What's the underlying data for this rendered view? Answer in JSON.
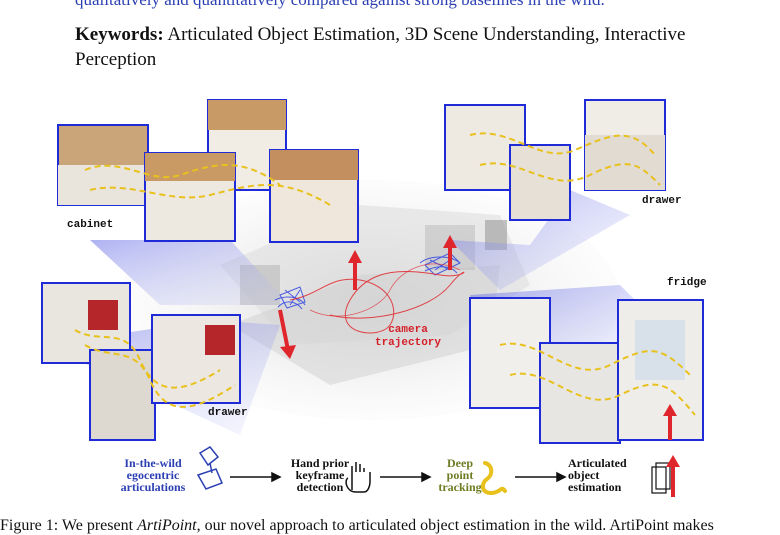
{
  "header_fragment": "qualitatively and quantitatively compared against strong baselines in the wild.",
  "keywords": {
    "label": "Keywords:",
    "text": "Articulated Object Estimation, 3D Scene Understanding, Interactive Perception"
  },
  "figure": {
    "labels": {
      "cabinet": "cabinet",
      "drawer_top": "drawer",
      "fridge": "fridge",
      "drawer_bottom": "drawer",
      "camera_line1": "camera",
      "camera_line2": "trajectory"
    },
    "pipeline": {
      "step1": [
        "In-the-wild",
        "egocentric",
        "articulations"
      ],
      "step2": [
        "Hand prior",
        "keyframe",
        "detection"
      ],
      "step3": [
        "Deep",
        "point",
        "tracking"
      ],
      "step4": [
        "Articulated",
        "object",
        "estimation"
      ]
    },
    "colors": {
      "frame_blue": "#1f2bd6",
      "trajectory_red": "#e0262d",
      "track_yellow": "#e8c11d",
      "step1_blue": "#2b3fb3",
      "step3_olive": "#6e7d24"
    }
  },
  "caption": {
    "prefix": "Figure 1: We present ",
    "name": "ArtiPoint",
    "suffix": ", our novel approach to articulated object estimation in the wild. ArtiPoint makes"
  }
}
